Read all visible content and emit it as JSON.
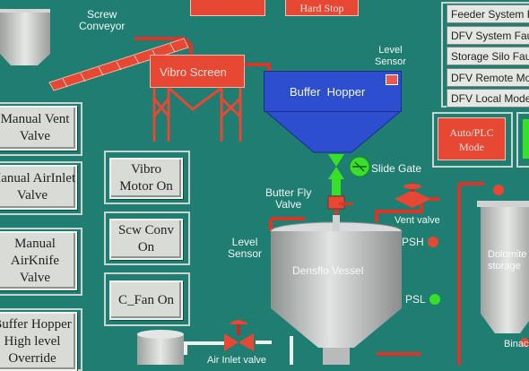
{
  "equipment": {
    "screw_conveyor": "Screw\nConveyor",
    "vibro_screen": "Vibro Screen",
    "buffer_hopper": "Buffer  Hopper",
    "level_sensor_top": "Level\nSensor",
    "slide_gate": "Slide Gate",
    "butterfly_valve": "Butter Fly\nValve",
    "vent_valve": "Vent valve",
    "level_sensor_side": "Level\nSensor",
    "vessel": "Densflo Vessel",
    "psh": "PSH",
    "psl": "PSL",
    "dolomite_storage": "Dolomite\nstorage",
    "air_inlet_valve": "Air Inlet valve",
    "binac": "Binac"
  },
  "left_buttons": {
    "manual_vent": "Manual Vent\nValve",
    "manual_airinlet": "Manual AirInlet\nValve",
    "manual_airknife": "Manual\nAirKnife\nValve",
    "buffer_override": "Buffer Hopper\nHigh level\nOverride"
  },
  "status_buttons": {
    "vibro_motor": "Vibro\nMotor On",
    "scw_conv": "Scw Conv\nOn",
    "c_fan": "C_Fan On"
  },
  "faults": [
    "Feeder System Fault",
    "DFV System Fault",
    "Storage Silo Fault",
    "DFV Remote Mode",
    "DFV Local Mode"
  ],
  "top_buttons": {
    "hard_stop": "Hard Stop"
  },
  "mode": {
    "auto_plc": "Auto/PLC\nMode"
  },
  "colors": {
    "background": "#1f7d72",
    "equipment_red": "#e64833",
    "hopper_blue": "#2d4fcf",
    "vessel_grey": "#c4c7c6",
    "valve_green": "#39e02a",
    "panel_grey": "#d9dcd6"
  }
}
